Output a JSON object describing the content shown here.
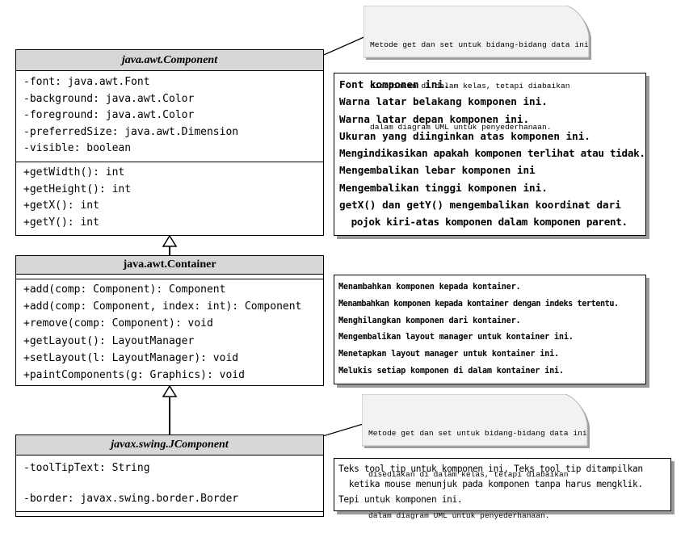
{
  "component": {
    "name": "java.awt.Component",
    "attributes": [
      "-font: java.awt.Font",
      "-background: java.awt.Color",
      "-foreground: java.awt.Color",
      "-preferredSize: java.awt.Dimension",
      "-visible: boolean"
    ],
    "methods": [
      "+getWidth(): int",
      "+getHeight(): int",
      "+getX(): int",
      "+getY(): int"
    ],
    "descriptions": [
      "Font komponen ini.",
      "Warna latar belakang komponen ini.",
      "Warna latar depan komponen ini.",
      "Ukuran yang diinginkan atas komponen ini.",
      "Mengindikasikan apakah komponen terlihat atau tidak.",
      "Mengembalikan lebar komponen ini",
      "Mengembalikan tinggi komponen ini.",
      "getX() dan getY() mengembalikan koordinat dari",
      "  pojok kiri-atas komponen dalam komponen parent."
    ]
  },
  "container": {
    "name": "java.awt.Container",
    "methods": [
      "+add(comp: Component): Component",
      "+add(comp: Component, index: int): Component",
      "+remove(comp: Component): void",
      "+getLayout(): LayoutManager",
      "+setLayout(l: LayoutManager): void",
      "+paintComponents(g: Graphics): void"
    ],
    "descriptions": [
      "Menambahkan komponen kepada kontainer.",
      "Menambahkan komponen kepada kontainer dengan indeks tertentu.",
      "Menghilangkan komponen dari kontainer.",
      "Mengembalikan layout manager untuk kontainer ini.",
      "Menetapkan layout manager untuk kontainer ini.",
      "Melukis setiap komponen di dalam kontainer ini."
    ]
  },
  "jcomponent": {
    "name": "javax.swing.JComponent",
    "attributes": [
      "-toolTipText: String",
      "",
      "-border: javax.swing.border.Border"
    ],
    "descriptions": [
      "Teks tool tip untuk komponen ini. Teks tool tip ditampilkan",
      "  ketika mouse menunjuk pada komponen tanpa harus mengklik.",
      "Tepi untuk komponen ini."
    ]
  },
  "notes": [
    {
      "lines": [
        "Metode get dan set untuk bidang-bidang data ini",
        "disediakan di dalam kelas, tetapi diabaikan",
        "dalam diagram UML untuk penyederhanaan."
      ]
    },
    {
      "lines": [
        "Metode get dan set untuk bidang-bidang data ini",
        "disediakan di dalam kelas, tetapi diabaikan",
        "dalam diagram UML untuk penyederhanaan."
      ]
    }
  ]
}
